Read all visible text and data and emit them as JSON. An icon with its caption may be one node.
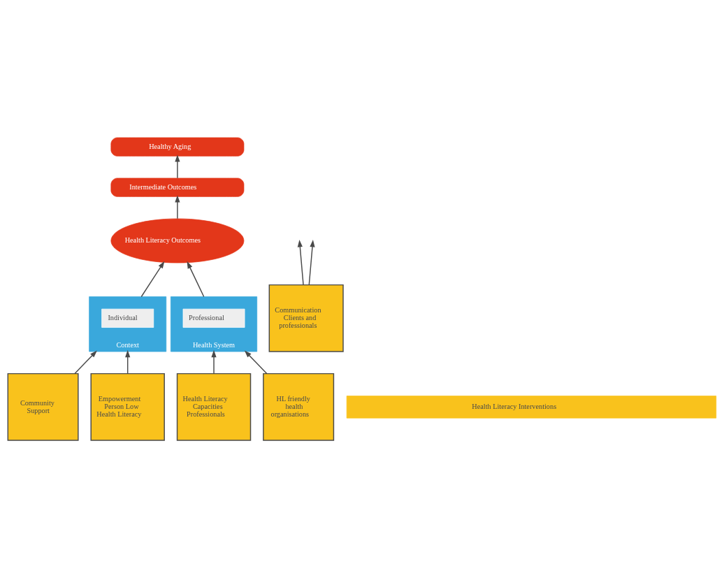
{
  "diagram": {
    "nodes": [
      {
        "text": [
          "Healthy Aging"
        ]
      },
      {
        "text": [
          "Intermediate Outcomes"
        ]
      },
      {
        "text": [
          "Health Literacy Outcomes"
        ]
      },
      {
        "text": [
          "Context"
        ]
      },
      {
        "text": [
          "Individual"
        ],
        "in": 3
      },
      {
        "text": [
          "Health System"
        ]
      },
      {
        "text": [
          "Professional"
        ],
        "in": 5
      },
      {
        "text": [
          "Community Support"
        ]
      },
      {
        "text": [
          "Empowerment Person Low Health Literacy"
        ]
      },
      {
        "text": [
          "Communication Clients and professionals"
        ]
      },
      {
        "text": [
          "Health Literacy Capacities Professionals"
        ]
      },
      {
        "text": [
          "HL friendly health organisations"
        ]
      },
      {
        "text": [
          "Health Literacy Interventions"
        ]
      }
    ],
    "edges": [
      {
        "from": 1,
        "to": 0,
        "arrow": "to"
      },
      {
        "from": 2,
        "to": 1,
        "arrow": "to"
      },
      {
        "from": 3,
        "to": 2,
        "arrow": "to"
      },
      {
        "from": 5,
        "to": 2,
        "arrow": "to"
      },
      {
        "from": 7,
        "to": 3,
        "arrow": "to"
      },
      {
        "from": 8,
        "to": 3,
        "arrow": "to"
      },
      {
        "from": 9,
        "to": null,
        "arrow": "to"
      },
      {
        "from": 9,
        "to": null,
        "arrow": "to"
      },
      {
        "from": 10,
        "to": 5,
        "arrow": "to"
      },
      {
        "from": 11,
        "to": 5,
        "arrow": "to"
      }
    ]
  }
}
